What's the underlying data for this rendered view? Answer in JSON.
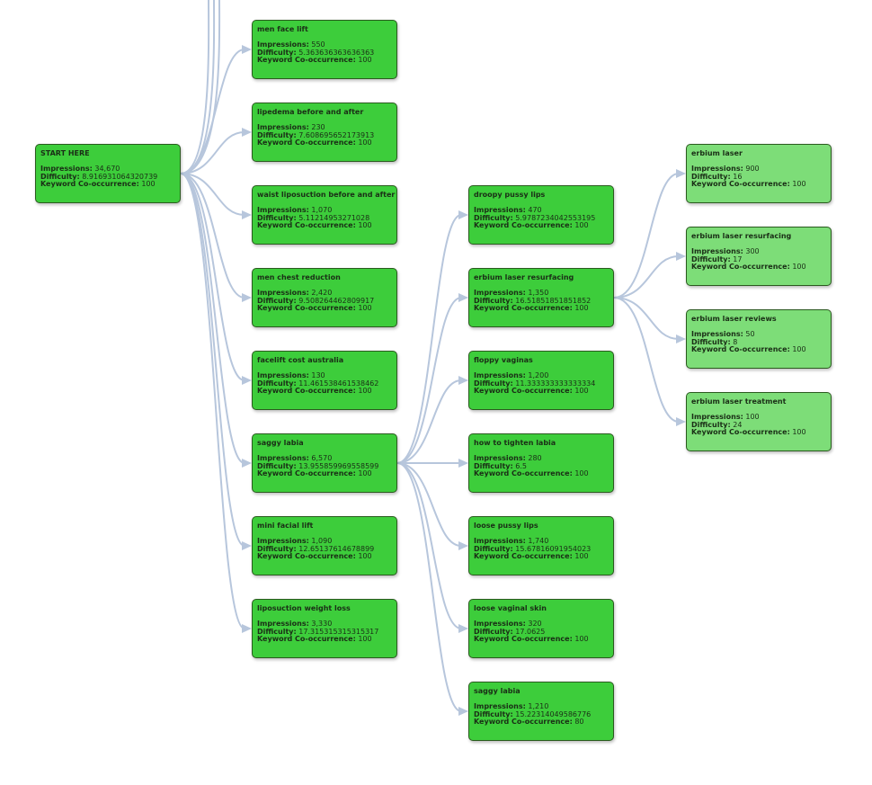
{
  "labels": {
    "impressions": "Impressions:",
    "difficulty": "Difficulty:",
    "cooccurrence": "Keyword Co-occurrence:"
  },
  "colors": {
    "node_fill": "#3dcd3b",
    "leaf_fill": "#7ddd78",
    "node_border": "#2b5a1f",
    "edge": "#b7c6dc"
  },
  "nodes": [
    {
      "title": "START HERE",
      "impressions": "34,670",
      "difficulty": "8.916931064320739",
      "cooccurrence": "100"
    },
    {
      "title": "men face lift",
      "impressions": "550",
      "difficulty": "5.363636363636363",
      "cooccurrence": "100"
    },
    {
      "title": "lipedema before and after",
      "impressions": "230",
      "difficulty": "7.608695652173913",
      "cooccurrence": "100"
    },
    {
      "title": "waist liposuction before and after",
      "impressions": "1,070",
      "difficulty": "5.11214953271028",
      "cooccurrence": "100"
    },
    {
      "title": "men chest reduction",
      "impressions": "2,420",
      "difficulty": "9.508264462809917",
      "cooccurrence": "100"
    },
    {
      "title": "facelift cost australia",
      "impressions": "130",
      "difficulty": "11.461538461538462",
      "cooccurrence": "100"
    },
    {
      "title": "saggy labia",
      "impressions": "6,570",
      "difficulty": "13.955859969558599",
      "cooccurrence": "100"
    },
    {
      "title": "mini facial lift",
      "impressions": "1,090",
      "difficulty": "12.65137614678899",
      "cooccurrence": "100"
    },
    {
      "title": "liposuction weight loss",
      "impressions": "3,330",
      "difficulty": "17.315315315315317",
      "cooccurrence": "100"
    },
    {
      "title": "droopy pussy lips",
      "impressions": "470",
      "difficulty": "5.9787234042553195",
      "cooccurrence": "100"
    },
    {
      "title": "erbium laser resurfacing",
      "impressions": "1,350",
      "difficulty": "16.51851851851852",
      "cooccurrence": "100"
    },
    {
      "title": "floppy vaginas",
      "impressions": "1,200",
      "difficulty": "11.333333333333334",
      "cooccurrence": "100"
    },
    {
      "title": "how to tighten labia",
      "impressions": "280",
      "difficulty": "6.5",
      "cooccurrence": "100"
    },
    {
      "title": "loose pussy lips",
      "impressions": "1,740",
      "difficulty": "15.67816091954023",
      "cooccurrence": "100"
    },
    {
      "title": "loose vaginal skin",
      "impressions": "320",
      "difficulty": "17.0625",
      "cooccurrence": "100"
    },
    {
      "title": "saggy labia",
      "impressions": "1,210",
      "difficulty": "15.22314049586776",
      "cooccurrence": "80"
    },
    {
      "title": "erbium laser",
      "impressions": "900",
      "difficulty": "16",
      "cooccurrence": "100"
    },
    {
      "title": "erbium laser resurfacing",
      "impressions": "300",
      "difficulty": "17",
      "cooccurrence": "100"
    },
    {
      "title": "erbium laser reviews",
      "impressions": "50",
      "difficulty": "8",
      "cooccurrence": "100"
    },
    {
      "title": "erbium laser treatment",
      "impressions": "100",
      "difficulty": "24",
      "cooccurrence": "100"
    }
  ]
}
